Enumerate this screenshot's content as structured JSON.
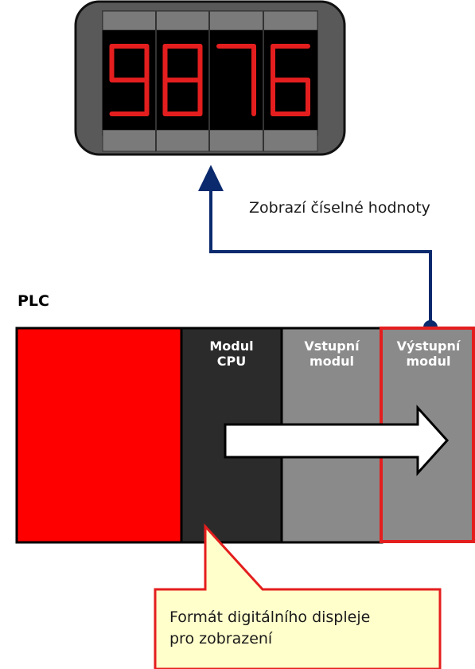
{
  "display": {
    "digits": [
      "9",
      "8",
      "7",
      "6"
    ],
    "digit_color": "#e41e1e",
    "bezel_color": "#595959",
    "screen_color": "#000000"
  },
  "annotation": {
    "text": "Zobrazí číselné hodnoty",
    "line_color": "#0b2a6e"
  },
  "plc": {
    "title": "PLC",
    "power_module_color": "#ff0000",
    "cpu_module": {
      "line1": "Modul",
      "line2": "CPU",
      "color": "#2b2b2b"
    },
    "input_module": {
      "line1": "Vstupní",
      "line2": "modul",
      "color": "#8a8a8a"
    },
    "output_module": {
      "line1": "Výstupní",
      "line2": "modul",
      "color": "#8a8a8a",
      "highlight_color": "#e41e1e"
    }
  },
  "callout": {
    "line1": "Formát digitálního displeje",
    "line2": "pro zobrazení",
    "background": "#ffffcc",
    "border": "#e41e1e"
  }
}
